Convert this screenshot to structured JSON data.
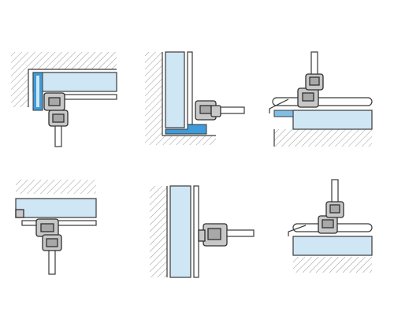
{
  "colors": {
    "glass": "#cfe6f4",
    "accent": "#3f9bd9",
    "accent_light": "#82bde6",
    "profile": "#c8c8c8",
    "profile_dark": "#a8a8a8",
    "line": "#3a3a3a",
    "hatch": "#9a9a9a",
    "background": "#ffffff"
  },
  "details": [
    {
      "id": "ceiling-corner",
      "description_icon": "ceiling-corner-joint-icon"
    },
    {
      "id": "wall-floor-corner",
      "description_icon": "wall-floor-joint-icon"
    },
    {
      "id": "panel-rail-top",
      "description_icon": "panel-rail-joint-icon"
    },
    {
      "id": "ceiling-panel-joint",
      "description_icon": "ceiling-panel-joint-icon"
    },
    {
      "id": "wall-panel-joint",
      "description_icon": "wall-panel-joint-icon"
    },
    {
      "id": "panel-rail-bottom",
      "description_icon": "panel-rail-joint-icon"
    }
  ]
}
